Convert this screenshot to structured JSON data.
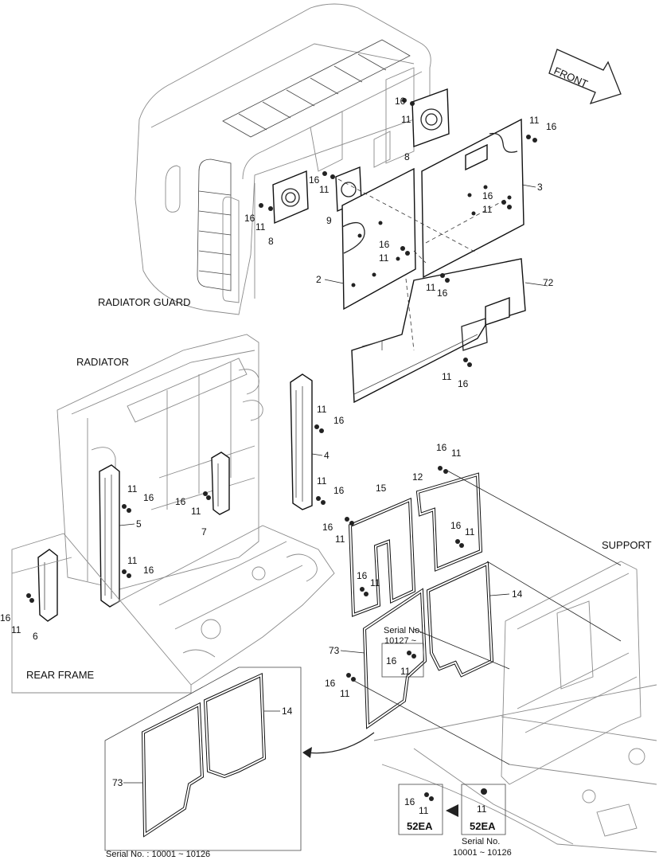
{
  "captions": {
    "radiator_guard": "RADIATOR GUARD",
    "radiator": "RADIATOR",
    "support": "SUPPORT",
    "rear_frame": "REAR FRAME",
    "front": "FRONT"
  },
  "part_numbers": {
    "p2": "2",
    "p3": "3",
    "p4": "4",
    "p5": "5",
    "p6": "6",
    "p7": "7",
    "p8": "8",
    "p9": "9",
    "p11": "11",
    "p12": "12",
    "p14": "14",
    "p15": "15",
    "p16": "16",
    "p72": "72",
    "p73": "73"
  },
  "serial_notes": {
    "inset_label": "Serial No.",
    "inset_range": "10127 ~",
    "bottom_range": "Serial No. : 10001 ~ 10126",
    "box_label": "Serial No.",
    "box_range": "10001 ~ 10126"
  },
  "quantity_boxes": {
    "left": "52EA",
    "right": "52EA"
  }
}
